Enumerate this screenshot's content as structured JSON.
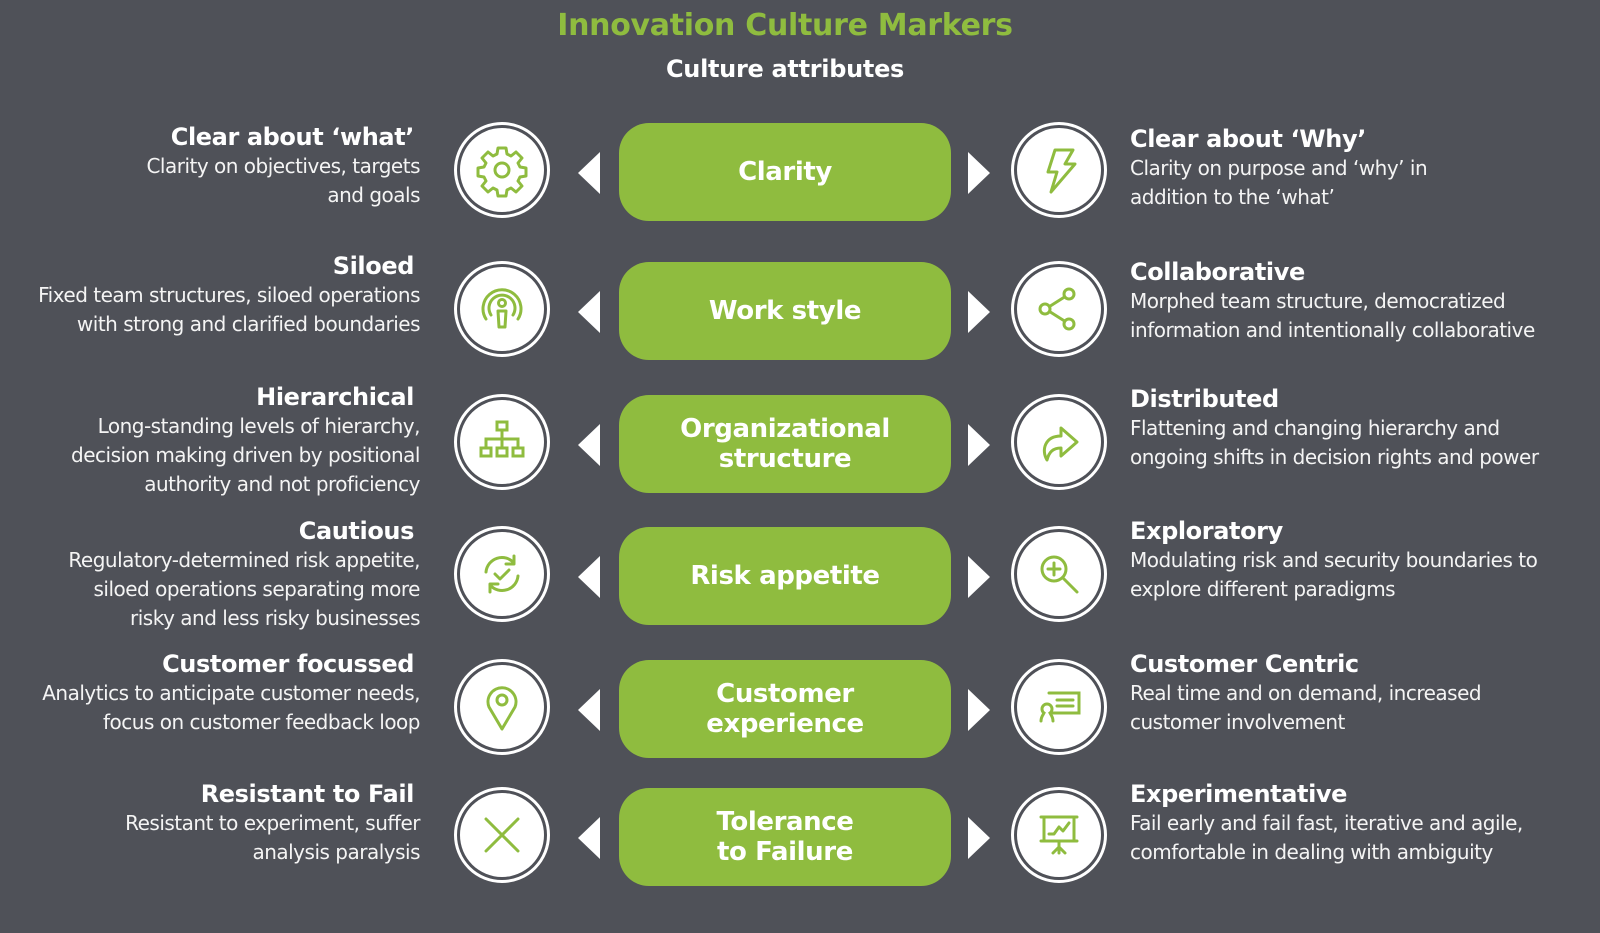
{
  "header": {
    "title": "Innovation Culture Markers",
    "subtitle": "Culture attributes"
  },
  "colors": {
    "background": "#4f5158",
    "accent_green": "#8fbc3f",
    "text": "#ffffff"
  },
  "rows": [
    {
      "attribute": "Clarity",
      "left": {
        "title": "Clear about ‘what’",
        "description": "Clarity on objectives, targets and goals",
        "icon": "gear-icon"
      },
      "right": {
        "title": "Clear about ‘Why’",
        "description": "Clarity on purpose and ‘why’ in addition to the ‘what’",
        "icon": "lightning-icon"
      }
    },
    {
      "attribute": "Work style",
      "left": {
        "title": "Siloed",
        "description": "Fixed team structures, siloed operations with strong and clarified boundaries",
        "icon": "broadcast-person-icon"
      },
      "right": {
        "title": "Collaborative",
        "description": "Morphed team structure, democratized information and intentionally collaborative",
        "icon": "share-icon"
      }
    },
    {
      "attribute": "Organizational structure",
      "left": {
        "title": "Hierarchical",
        "description": "Long-standing levels of hierarchy, decision making driven by positional authority and not proficiency",
        "icon": "org-chart-icon"
      },
      "right": {
        "title": "Distributed",
        "description": "Flattening and changing hierarchy and ongoing shifts in decision rights and power",
        "icon": "redirect-arrow-icon"
      }
    },
    {
      "attribute": "Risk appetite",
      "left": {
        "title": "Cautious",
        "description": "Regulatory-determined risk appetite, siloed operations separating more risky and less risky businesses",
        "icon": "refresh-check-icon"
      },
      "right": {
        "title": "Exploratory",
        "description": "Modulating risk and security boundaries to explore different paradigms",
        "icon": "zoom-in-icon"
      }
    },
    {
      "attribute": "Customer experience",
      "left": {
        "title": "Customer focussed",
        "description": "Analytics to anticipate customer needs, focus on customer feedback loop",
        "icon": "location-pin-icon"
      },
      "right": {
        "title": "Customer Centric",
        "description": "Real time and on demand, increased customer involvement",
        "icon": "presenter-board-icon"
      }
    },
    {
      "attribute": "Tolerance to Failure",
      "left": {
        "title": "Resistant to Fail",
        "description": "Resistant to experiment, suffer analysis paralysis",
        "icon": "close-x-icon"
      },
      "right": {
        "title": "Experimentative",
        "description": "Fail early and fail fast, iterative and agile, comfortable in dealing with ambiguity",
        "icon": "presentation-chart-icon"
      }
    }
  ]
}
